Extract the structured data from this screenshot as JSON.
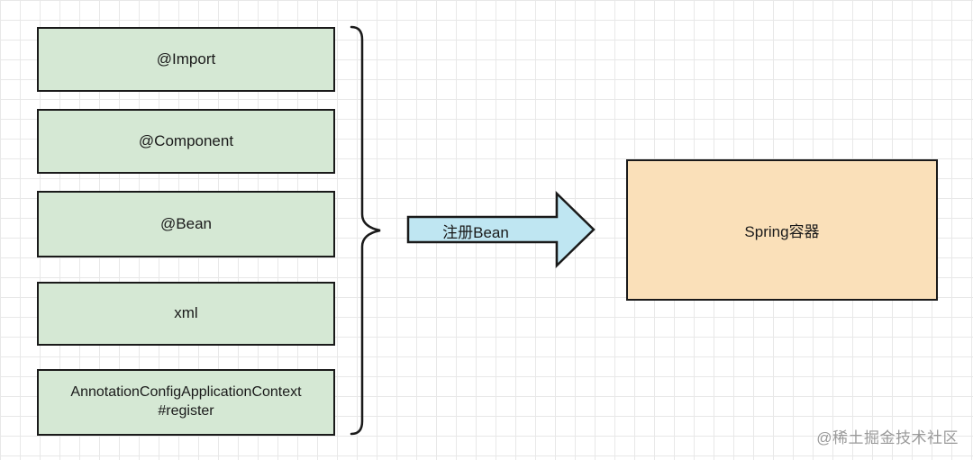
{
  "sources": [
    {
      "label": "@Import"
    },
    {
      "label": "@Component"
    },
    {
      "label": "@Bean"
    },
    {
      "label": "xml"
    },
    {
      "label": "AnnotationConfigApplicationContext\n#register"
    }
  ],
  "arrow": {
    "label": "注册Bean"
  },
  "container": {
    "label": "Spring容器"
  },
  "watermark": "@稀土掘金技术社区",
  "colors": {
    "source_fill": "#d5e8d4",
    "arrow_fill": "#bfe6f2",
    "container_fill": "#fae0b9",
    "stroke": "#1a1a1a"
  }
}
